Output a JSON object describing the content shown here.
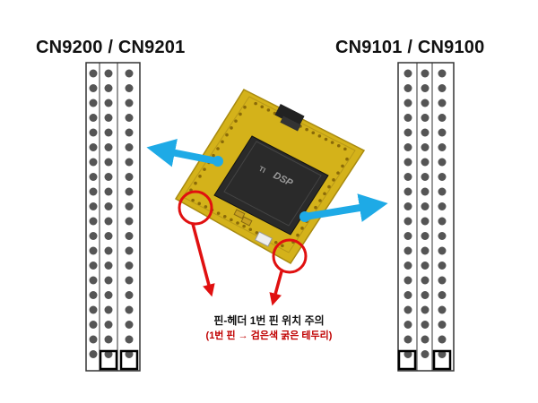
{
  "connectors": {
    "left": {
      "title": "CN9200 / CN9201"
    },
    "right": {
      "title": "CN9101 / CN9100"
    }
  },
  "board": {
    "chip_label": "DSP",
    "chip_brand": "TI"
  },
  "note": {
    "main": "핀-헤더 1번 핀 위치 주의",
    "sub": "(1번 핀 → 검은색 굵은 테두리)"
  },
  "colors": {
    "pin": "#555555",
    "frame": "#333333",
    "pin1_border": "#000000",
    "blue_arrow": "#1eaae6",
    "red_arrow": "#e01010",
    "board": "#d4b21a",
    "chip": "#2a2a2a"
  },
  "header": {
    "rows": 20,
    "columns": 3
  }
}
